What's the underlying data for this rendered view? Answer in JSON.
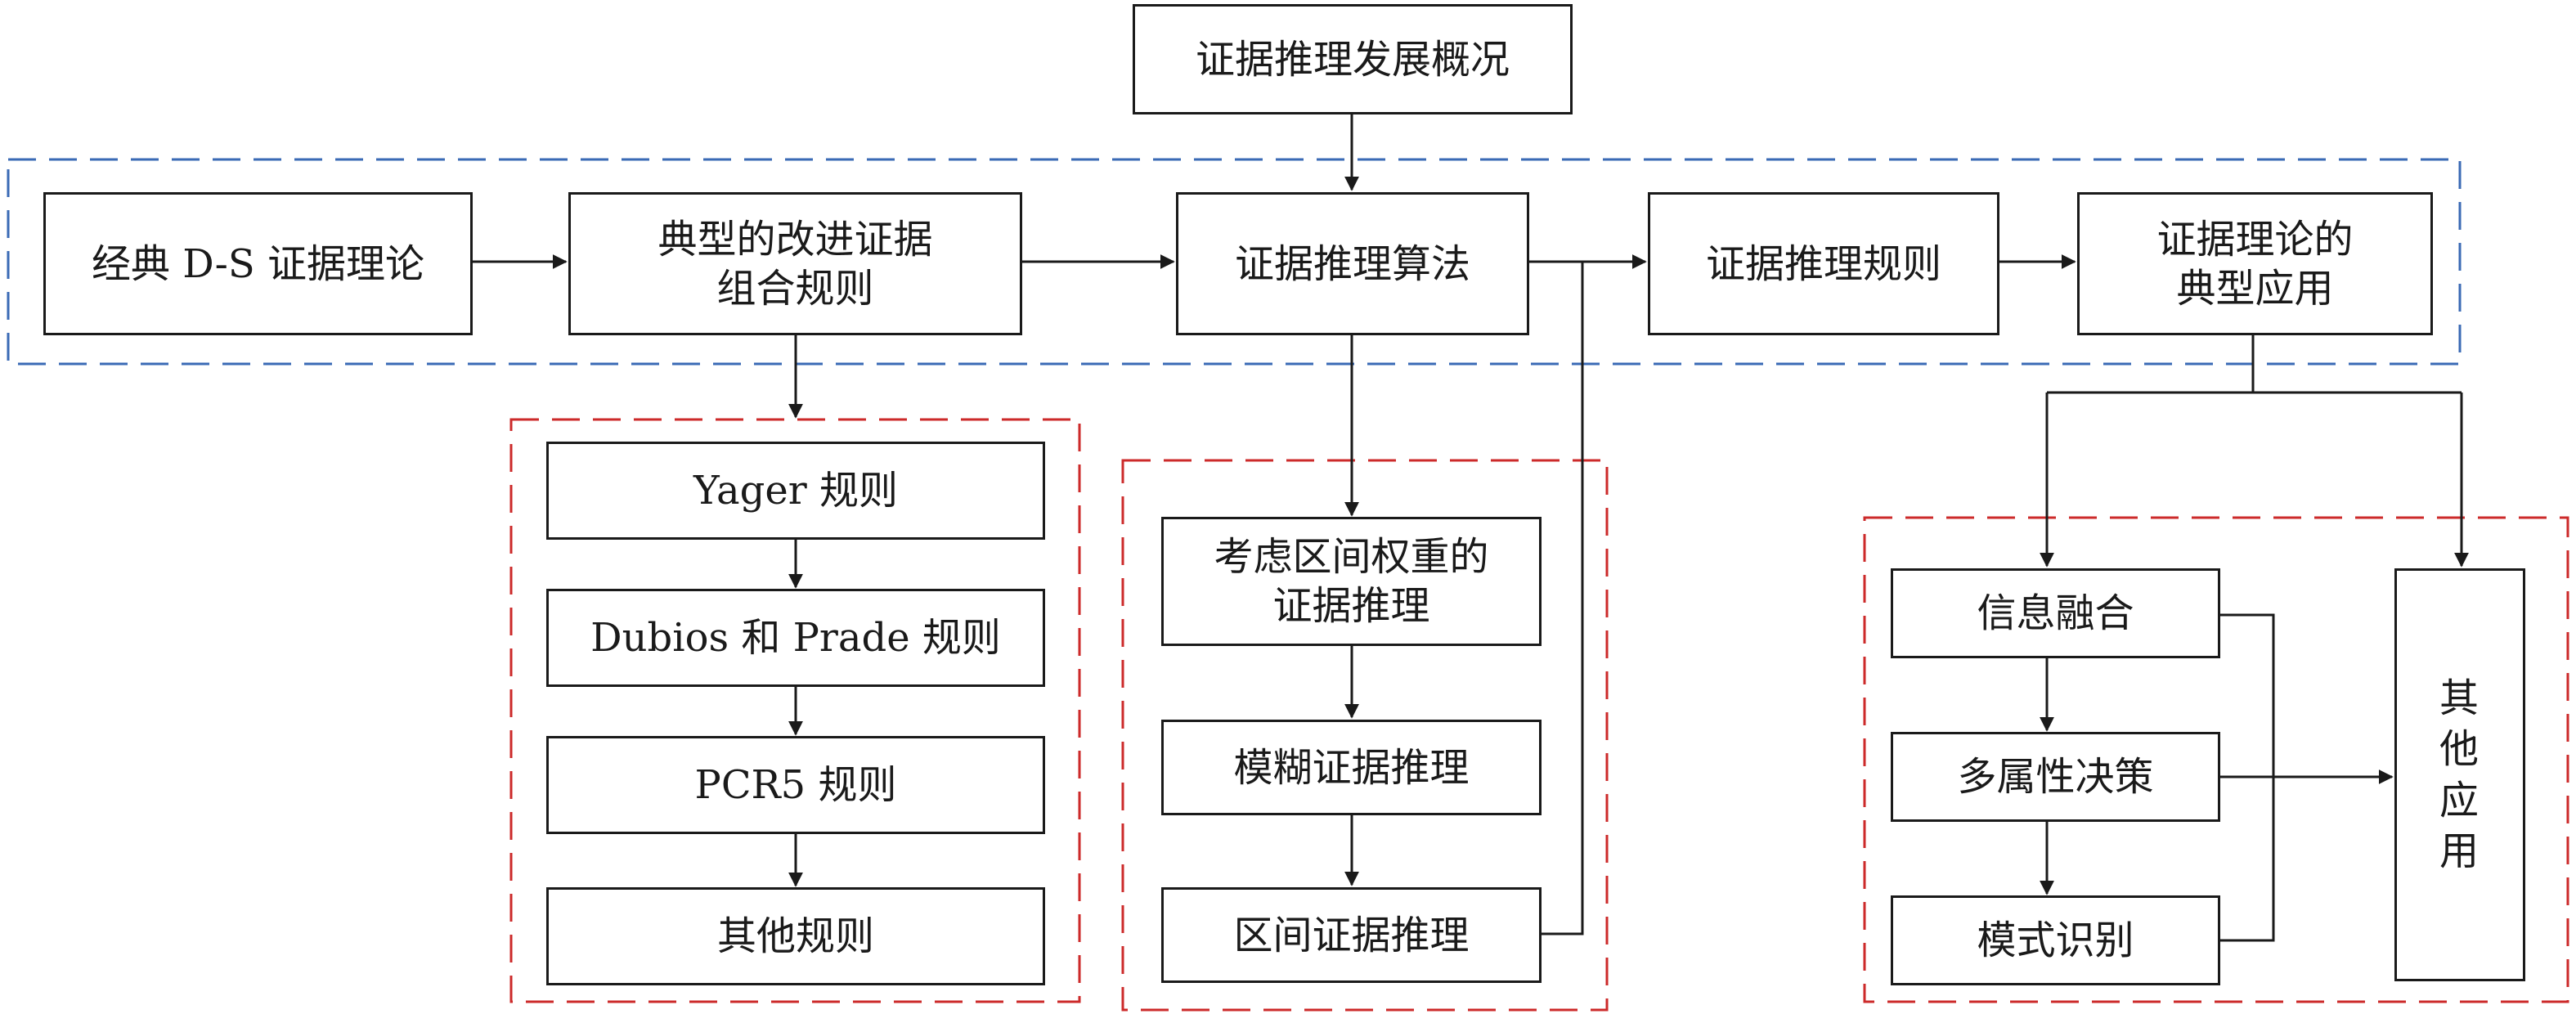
{
  "title": "证据推理发展概况",
  "main_flow": {
    "ds_theory": "经典 D-S 证据理论",
    "improved_rules": "典型的改进证据\n组合规则",
    "er_algorithm": "证据推理算法",
    "er_rule": "证据推理规则",
    "applications": "证据理论的\n典型应用"
  },
  "rules_group": {
    "items": [
      "Yager 规则",
      "Dubios 和 Prade 规则",
      "PCR5 规则",
      "其他规则"
    ]
  },
  "algorithm_group": {
    "items": [
      "考虑区间权重的\n证据推理",
      "模糊证据推理",
      "区间证据推理"
    ]
  },
  "application_group": {
    "items": [
      "信息融合",
      "多属性决策",
      "模式识别"
    ],
    "other": "其\n他\n应\n用"
  },
  "colors": {
    "blue_dash": "#3a6ab5",
    "red_dash": "#cc2a2a",
    "line": "#1a1a1a"
  }
}
